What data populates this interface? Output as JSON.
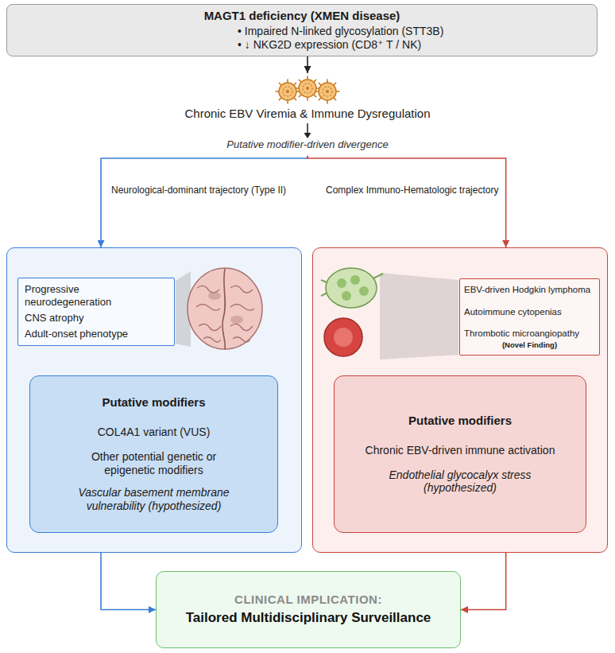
{
  "diagram": {
    "nodes": [
      {
        "text": [
          "MAGT1 deficiency (XMEN disease)",
          "• Impaired N-linked glycosylation (STT3B)",
          "• ↓ NKG2D expression (CD8⁺ T / NK)"
        ]
      },
      {
        "text": [
          "Chronic EBV Viremia & Immune Dysregulation",
          "Putative modifier-driven divergence"
        ]
      },
      {
        "text": [
          "Neurological-dominant trajectory (Type II)"
        ]
      },
      {
        "text": [
          "Progressive neurodegeneration",
          "CNS atrophy",
          "Adult-onset phenotype"
        ],
        "in": 2
      },
      {
        "text": [
          "Putative modifiers",
          "COL4A1 variant (VUS)",
          "Other potential genetic or epigenetic modifiers",
          "Vascular basement membrane vulnerability (hypothesized)"
        ],
        "in": 2
      },
      {
        "text": [
          "Complex Immuno-Hematologic trajectory"
        ]
      },
      {
        "text": [
          "EBV-driven Hodgkin lymphoma",
          "Autoimmune cytopenias",
          "Thrombotic microangiopathy",
          "(Novel Finding)"
        ],
        "in": 5
      },
      {
        "text": [
          "Putative modifiers",
          "Chronic EBV-driven immune activation",
          "Endothelial glycocalyx stress (hypothesized)"
        ],
        "in": 5
      },
      {
        "text": [
          "CLINICAL IMPLICATION:",
          "Tailored Multidisciplinary Surveillance"
        ]
      }
    ],
    "edges": [
      {
        "from": 0,
        "to": 1,
        "arrow": "to"
      },
      {
        "from": 1,
        "to": 2,
        "arrow": "to"
      },
      {
        "from": 1,
        "to": 5,
        "arrow": "to"
      },
      {
        "from": 2,
        "to": 8,
        "arrow": "to"
      },
      {
        "from": 5,
        "to": 8,
        "arrow": "to"
      }
    ]
  }
}
